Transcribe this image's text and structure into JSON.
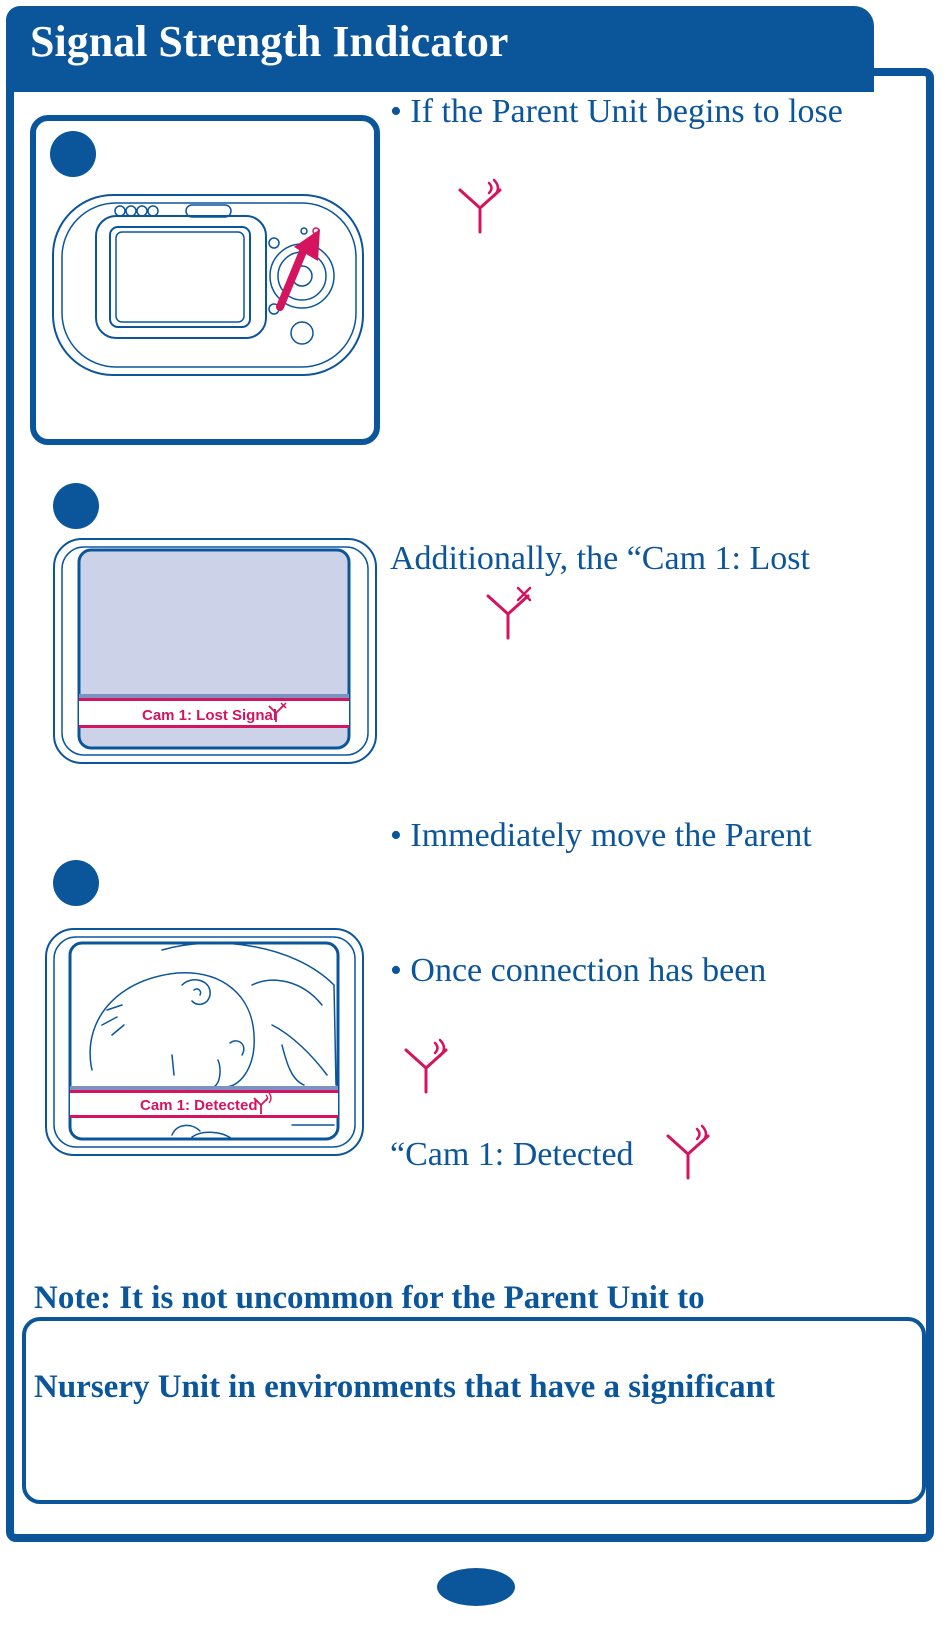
{
  "header": {
    "title": "Signal Strength Indicator"
  },
  "steps": [
    {
      "text": "• If the Parent Unit begins to lose"
    },
    {
      "text": "Additionally, the “Cam 1: Lost",
      "screen_label": "Cam 1: Lost Signal"
    },
    {
      "text": "• Immediately move the Parent",
      "text2": "• Once connection has been",
      "text3": "“Cam 1: Detected",
      "screen_label": "Cam 1: Detected"
    }
  ],
  "note": {
    "line1": "Note:  It is not uncommon for the Parent Unit to",
    "line2": "Nursery Unit in environments that have a significant"
  },
  "colors": {
    "brand_blue": "#0b559b",
    "signal_pink": "#d5145f",
    "screen_blue": "#ccd3e8"
  }
}
